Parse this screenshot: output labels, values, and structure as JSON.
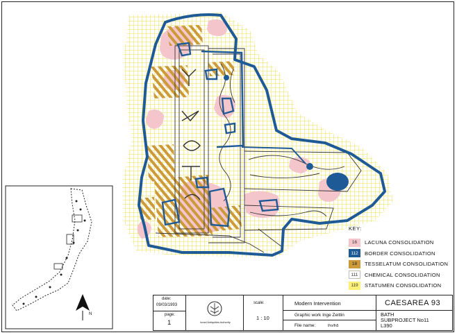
{
  "key": {
    "title": "KEY:",
    "items": [
      {
        "code": "16",
        "label": "LACUNA CONSOLIDATION",
        "color": "#f4c6cc",
        "text_color": "#333333"
      },
      {
        "code": "112",
        "label": "BORDER CONSOLIDATION",
        "color": "#1e5a96",
        "text_color": "#ffffff"
      },
      {
        "code": "18",
        "label": "TESSELATUM CONSOLIDATION",
        "color": "#cc9a3a",
        "text_color": "#222222"
      },
      {
        "code": "111",
        "label": "CHEMICAL CONSOLIDATION",
        "color": "#ffffff",
        "text_color": "#333333"
      },
      {
        "code": "119",
        "label": "STATUMEN CONSOLIDATION",
        "color": "#fff176",
        "text_color": "#333333"
      }
    ]
  },
  "title_block": {
    "date_label": "date:",
    "date_value": "09/03/1993",
    "page_label": "page:",
    "page_value": "1",
    "logo_caption": "Israel Antiquities Authority",
    "scale_label": "scale:",
    "scale_value": "1 : 10",
    "project_title": "Modern Intervention",
    "graphic_work": "Graphic work Inge Zeitlin",
    "file_name_label": "File name:",
    "file_name_value": "f/ro/fn5",
    "site_name": "CAESAREA 93",
    "sub_1": "BATH",
    "sub_2": "SUBPROJECT No11",
    "sub_3": "L390"
  },
  "inset": {
    "north_label": "N"
  },
  "colors": {
    "border": "#1e5a96",
    "grid": "#f2e14a",
    "lacuna": "#f4c6cc",
    "tesselatum": "#cc9a3a"
  }
}
